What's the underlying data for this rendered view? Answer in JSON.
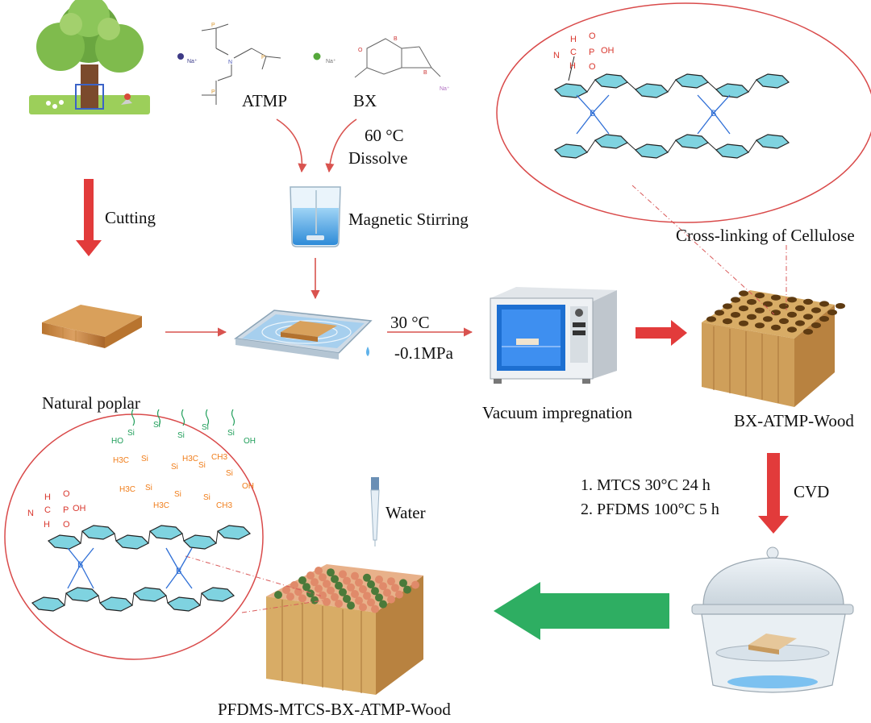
{
  "reagents": {
    "atmp": "ATMP",
    "bx": "BX"
  },
  "conditions": {
    "dissolve_temp": "60 °C",
    "dissolve": "Dissolve",
    "impregnation_temp": "30 °C",
    "impregnation_pressure": "-0.1MPa",
    "cvd_step1": "1. MTCS   30°C   24 h",
    "cvd_step2": "2. PFDMS 100°C  5 h"
  },
  "steps": {
    "cutting": "Cutting",
    "magnetic_stirring": "Magnetic Stirring",
    "vacuum_impregnation": "Vacuum impregnation",
    "cvd": "CVD",
    "water": "Water",
    "crosslinking": "Cross-linking of Cellulose"
  },
  "samples": {
    "natural": "Natural poplar",
    "bx_atmp": "BX-ATMP-Wood",
    "pfdms": "PFDMS-MTCS-BX-ATMP-Wood"
  },
  "chem": {
    "oh": "OH",
    "o": "O",
    "b": "B",
    "n": "N",
    "c": "C",
    "p": "P",
    "h": "H",
    "si": "Si",
    "h3c": "H3C",
    "ch3": "CH3",
    "ho": "HO",
    "na": "Na⁺"
  },
  "colors": {
    "arrow_red": "#e23b3b",
    "thin_arrow": "#d9534f",
    "green_arrow": "#2eae62",
    "wood": "#d7ab6b",
    "cellulose_ring": "#7fd3e0",
    "boron_blue": "#2f6fd6",
    "silane_green": "#1f9e5a",
    "methyl_orange": "#f07d1a",
    "atmp_red": "#d9382f"
  }
}
